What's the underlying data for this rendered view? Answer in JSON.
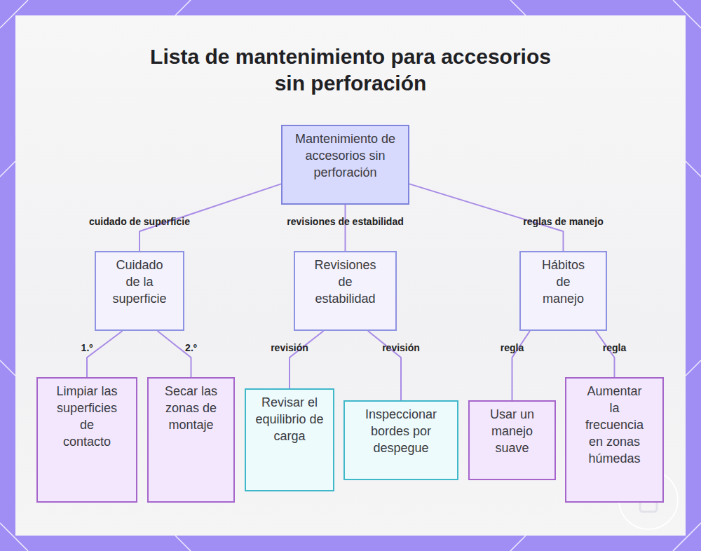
{
  "diagram": {
    "title": "Lista de mantenimiento para accesorios sin perforación",
    "nodes": [
      {
        "text": [
          "Mantenimiento de accesorios sin perforación"
        ]
      },
      {
        "text": [
          "Cuidado de la superficie"
        ]
      },
      {
        "text": [
          "Revisiones de estabilidad"
        ]
      },
      {
        "text": [
          "Hábitos de manejo"
        ]
      },
      {
        "text": [
          "Limpiar las superficies de contacto"
        ]
      },
      {
        "text": [
          "Secar las zonas de montaje"
        ]
      },
      {
        "text": [
          "Revisar el equilibrio de carga"
        ]
      },
      {
        "text": [
          "Inspeccionar bordes por despegue"
        ]
      },
      {
        "text": [
          "Usar un manejo suave"
        ]
      },
      {
        "text": [
          "Aumentar la frecuencia en zonas húmedas"
        ]
      }
    ],
    "edges": [
      {
        "from": 0,
        "to": 1,
        "label": "cuidado de superficie",
        "arrow": "none"
      },
      {
        "from": 0,
        "to": 2,
        "label": "revisiones de estabilidad",
        "arrow": "none"
      },
      {
        "from": 0,
        "to": 3,
        "label": "reglas de manejo",
        "arrow": "none"
      },
      {
        "from": 1,
        "to": 4,
        "label": "1.º",
        "arrow": "none"
      },
      {
        "from": 1,
        "to": 5,
        "label": "2.º",
        "arrow": "none"
      },
      {
        "from": 2,
        "to": 6,
        "label": "revisión",
        "arrow": "none"
      },
      {
        "from": 2,
        "to": 7,
        "label": "revisión",
        "arrow": "none"
      },
      {
        "from": 3,
        "to": 8,
        "label": "regla",
        "arrow": "none"
      },
      {
        "from": 3,
        "to": 9,
        "label": "regla",
        "arrow": "none"
      }
    ]
  }
}
